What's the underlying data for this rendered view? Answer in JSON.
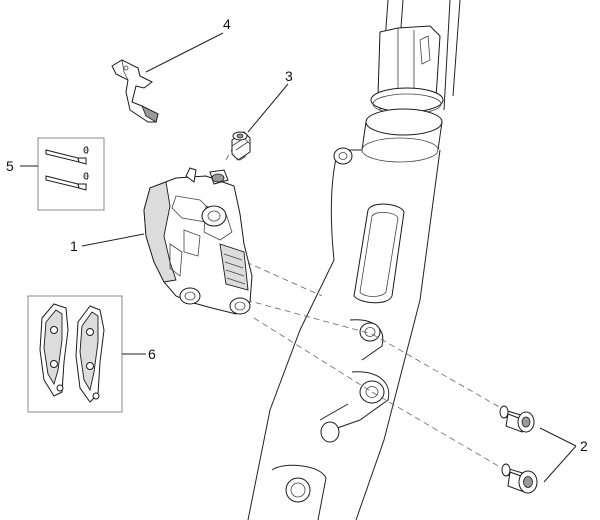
{
  "callouts": {
    "c1": "1",
    "c2": "2",
    "c3": "3",
    "c4": "4",
    "c5": "5",
    "c6": "6"
  },
  "colors": {
    "line": "#222222",
    "background": "#ffffff",
    "box": "#888888"
  }
}
